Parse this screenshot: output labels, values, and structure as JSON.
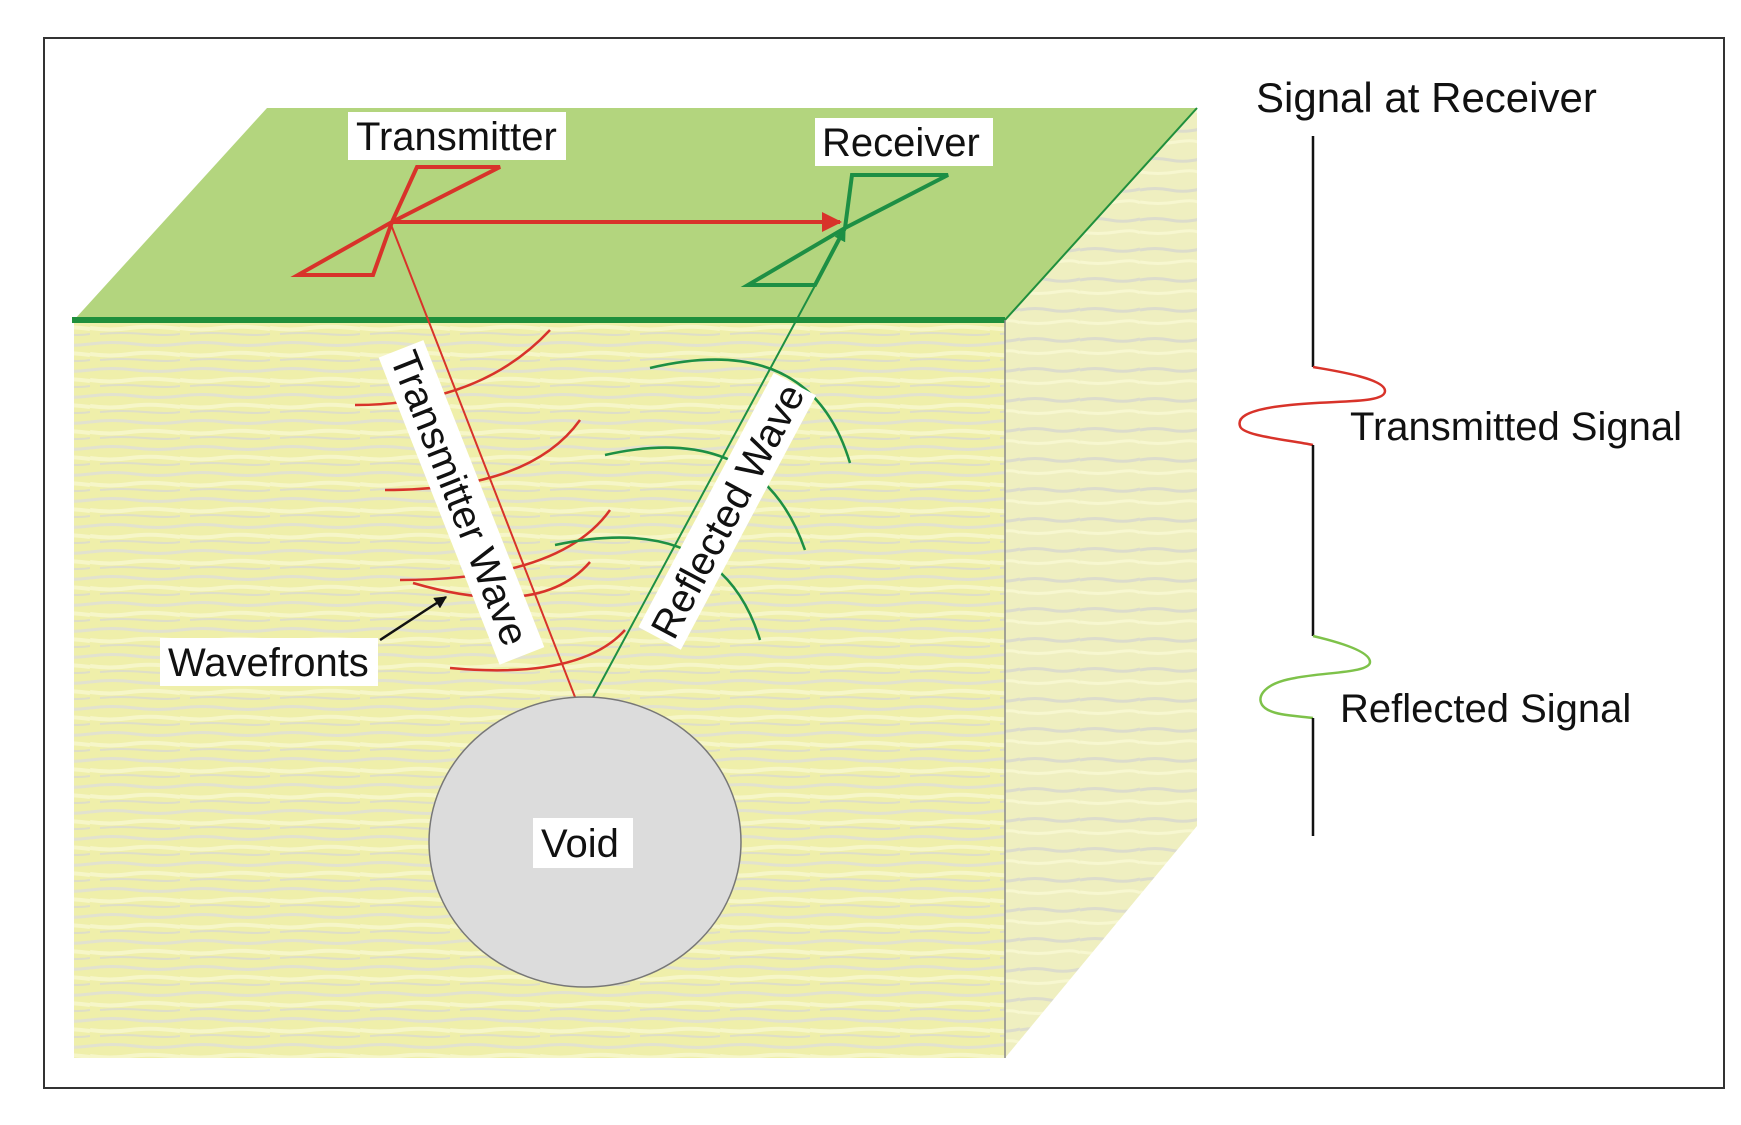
{
  "labels": {
    "transmitter": "Transmitter",
    "receiver": "Receiver",
    "transmitter_wave": "Transmitter Wave",
    "reflected_wave": "Reflected Wave",
    "wavefronts": "Wavefronts",
    "void": "Void",
    "signal_title": "Signal at Receiver",
    "transmitted_signal": "Transmitted Signal",
    "reflected_signal": "Reflected Signal"
  },
  "colors": {
    "ground_top": "#b3d57e",
    "ground_front": "#efefaa",
    "ground_side": "#efefc0",
    "surface_line": "#1f8f3c",
    "transmitter": "#d8332a",
    "receiver": "#1d8f44",
    "void": "#dcdcdc",
    "reflected_signal": "#7ec24a"
  }
}
